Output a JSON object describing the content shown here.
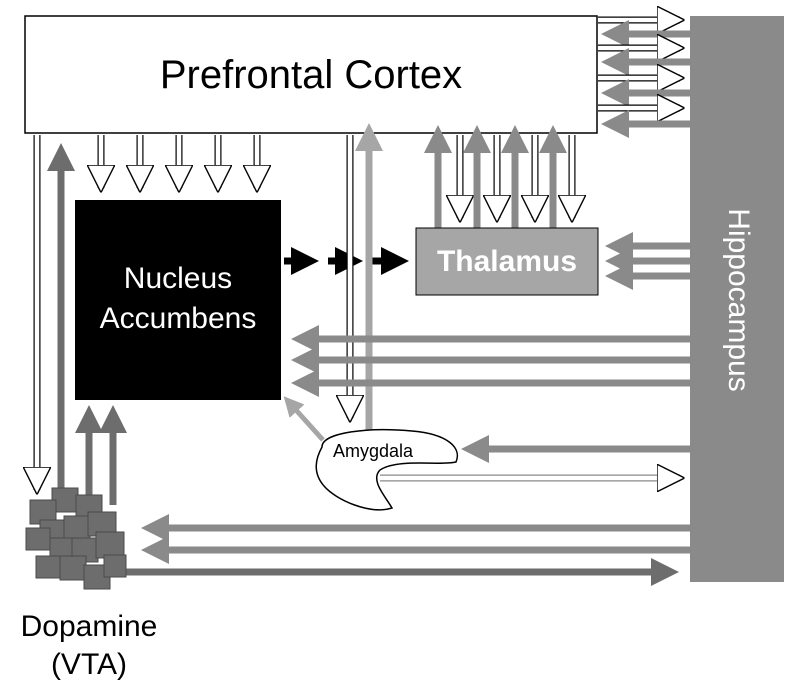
{
  "regions": {
    "pfc": "Prefrontal Cortex",
    "nacc_line1": "Nucleus",
    "nacc_line2": "Accumbens",
    "thalamus": "Thalamus",
    "hippocampus": "Hippocampus",
    "amygdala": "Amygdala",
    "vta_line1": "Dopamine",
    "vta_line2": "(VTA)"
  },
  "colors": {
    "black": "#000000",
    "dark_gray": "#6d6d6d",
    "mid_gray": "#8a8a8a",
    "light_gray": "#a6a6a6",
    "white": "#ffffff"
  }
}
